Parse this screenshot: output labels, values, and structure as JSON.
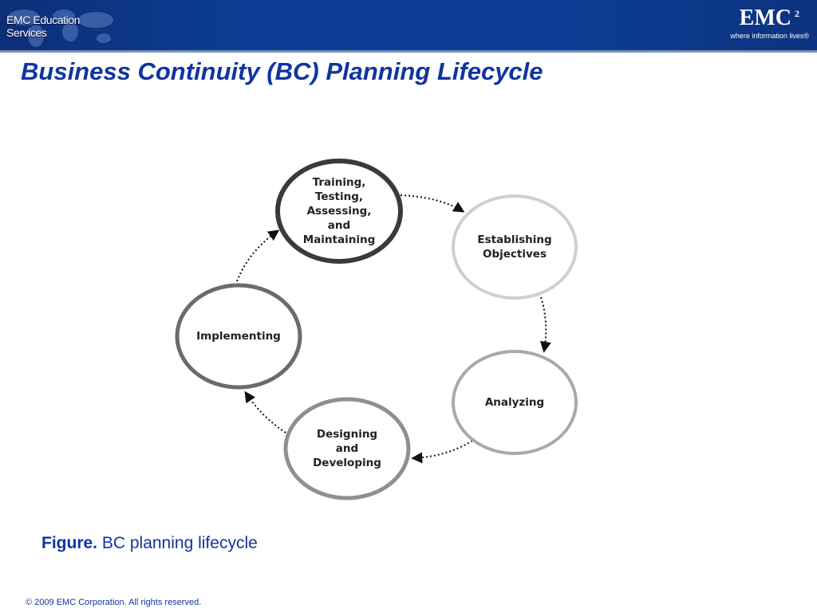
{
  "header": {
    "left_brand": "EMC Education Services",
    "right_logo": "EMC",
    "right_logo_superscript": "2",
    "right_tagline": "where information lives®"
  },
  "slide": {
    "title": "Business Continuity (BC) Planning Lifecycle"
  },
  "diagram": {
    "stages": [
      {
        "id": "training",
        "label": "Training,\nTesting,\nAssessing,\nand\nMaintaining",
        "ring_color": "#3a3a3a"
      },
      {
        "id": "establishing",
        "label": "Establishing\nObjectives",
        "ring_color": "#cfcfcf"
      },
      {
        "id": "analyzing",
        "label": "Analyzing",
        "ring_color": "#a9a9a9"
      },
      {
        "id": "designing",
        "label": "Designing\nand\nDeveloping",
        "ring_color": "#8f8f8f"
      },
      {
        "id": "implementing",
        "label": "Implementing",
        "ring_color": "#6b6b6b"
      }
    ],
    "flow": [
      "training",
      "establishing",
      "analyzing",
      "designing",
      "implementing",
      "training"
    ]
  },
  "caption": {
    "prefix": "Figure.",
    "text": " BC planning lifecycle"
  },
  "footer": {
    "copyright": "© 2009 EMC Corporation. All rights reserved."
  }
}
